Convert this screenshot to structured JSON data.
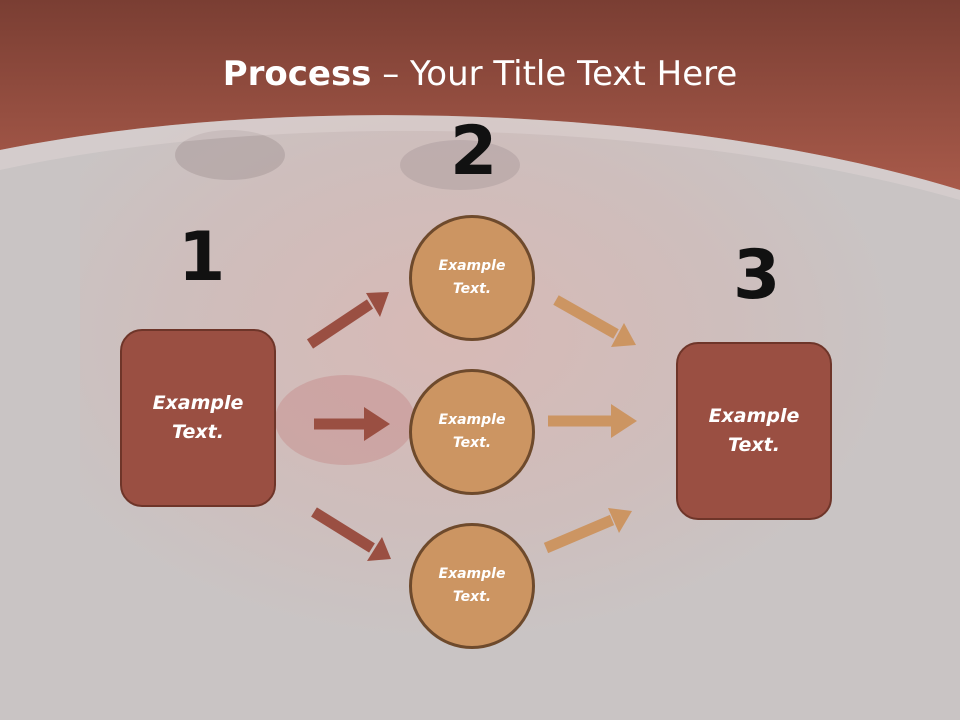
{
  "title": {
    "bold": "Process",
    "rest": " – Your Title Text Here"
  },
  "steps": {
    "one": "1",
    "two": "2",
    "three": "3"
  },
  "left_box": {
    "label": "Example\nText."
  },
  "right_box": {
    "label": "Example\nText."
  },
  "circles": [
    {
      "label": "Example\nText."
    },
    {
      "label": "Example\nText."
    },
    {
      "label": "Example\nText."
    }
  ],
  "colors": {
    "header": "#9e5446",
    "box": "#9a4f42",
    "circle": "#cc9562",
    "arrow_left": "#9a4f42",
    "arrow_right": "#cc9562"
  }
}
